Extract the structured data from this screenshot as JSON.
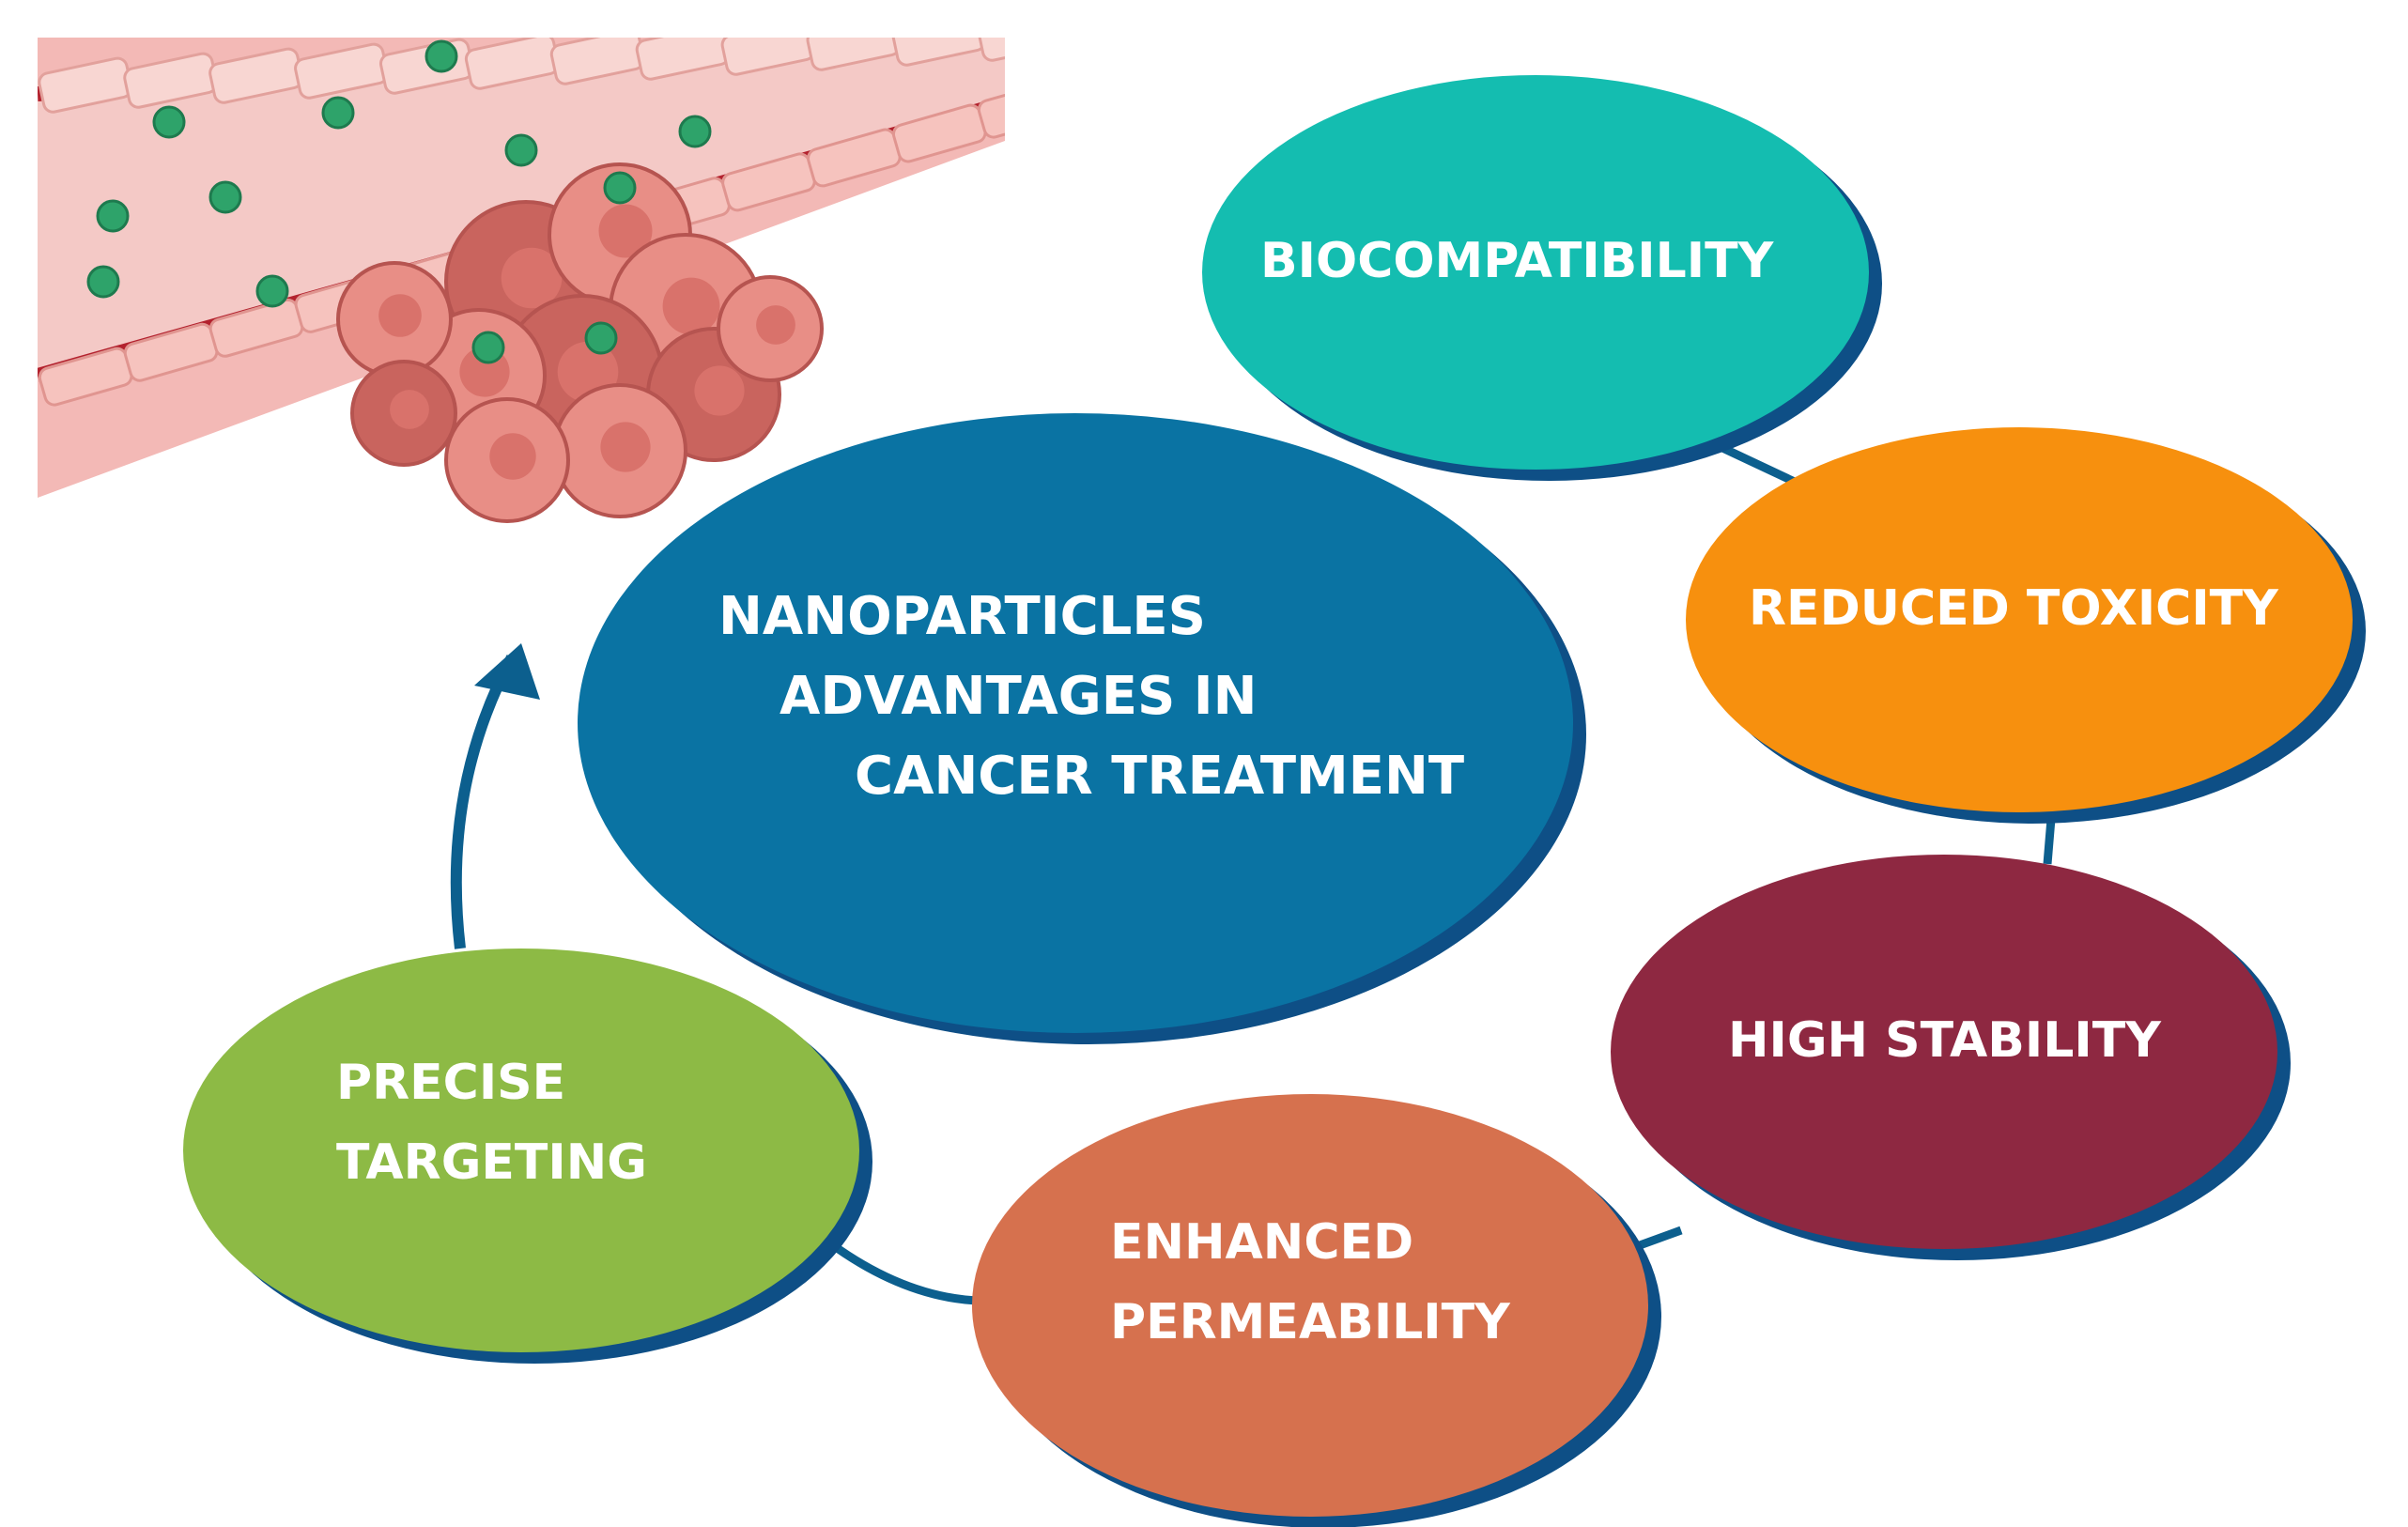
{
  "center": {
    "lines": [
      "NANOPARTICLES",
      "ADVANTAGES IN",
      "CANCER TREATMENT"
    ],
    "color": "#0A73A3"
  },
  "nodes": [
    {
      "id": "biocompatibility",
      "lines": [
        "BIOCOMPATIBILITY"
      ],
      "color": "#14BDB0"
    },
    {
      "id": "reduced-toxicity",
      "lines": [
        "REDUCED TOXICITY"
      ],
      "color": "#F7900E"
    },
    {
      "id": "high-stability",
      "lines": [
        "HIGH STABILITY"
      ],
      "color": "#8E2841"
    },
    {
      "id": "enhanced-permeability",
      "lines": [
        "ENHANCED",
        "PERMEABILITY"
      ],
      "color": "#D6714E"
    },
    {
      "id": "precise-targeting",
      "lines": [
        "PRECISE",
        "TARGETING"
      ],
      "color": "#8DBA45"
    }
  ],
  "colors": {
    "connector": "#0C5F8E",
    "arrow": "#0C5F8E",
    "ellipse_shadow": "#0E4F86"
  },
  "illustration": {
    "name": "tumor-blood-vessel-illustration",
    "vessel_color": "#F4C9C6",
    "cell_color": "#E88E86",
    "nanoparticle_color": "#2EA36A"
  }
}
